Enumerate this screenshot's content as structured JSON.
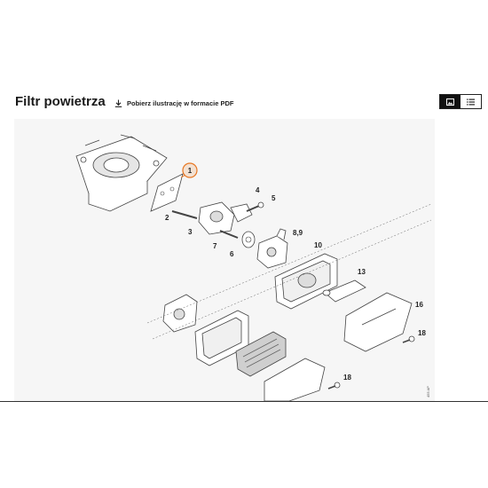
{
  "header": {
    "title": "Filtr powietrza",
    "pdf_link_label": "Pobierz ilustrację w formacie PDF",
    "view_toggle": {
      "image_view_icon": "image-view-icon",
      "list_view_icon": "list-view-icon",
      "active": "image"
    }
  },
  "diagram": {
    "highlight_color": "#e87722",
    "highlighted_part": "1",
    "part_labels": [
      "1",
      "2",
      "3",
      "4",
      "5",
      "6",
      "7",
      "8,9",
      "10",
      "13",
      "16",
      "18",
      "18"
    ],
    "side_code": "455 AP"
  }
}
